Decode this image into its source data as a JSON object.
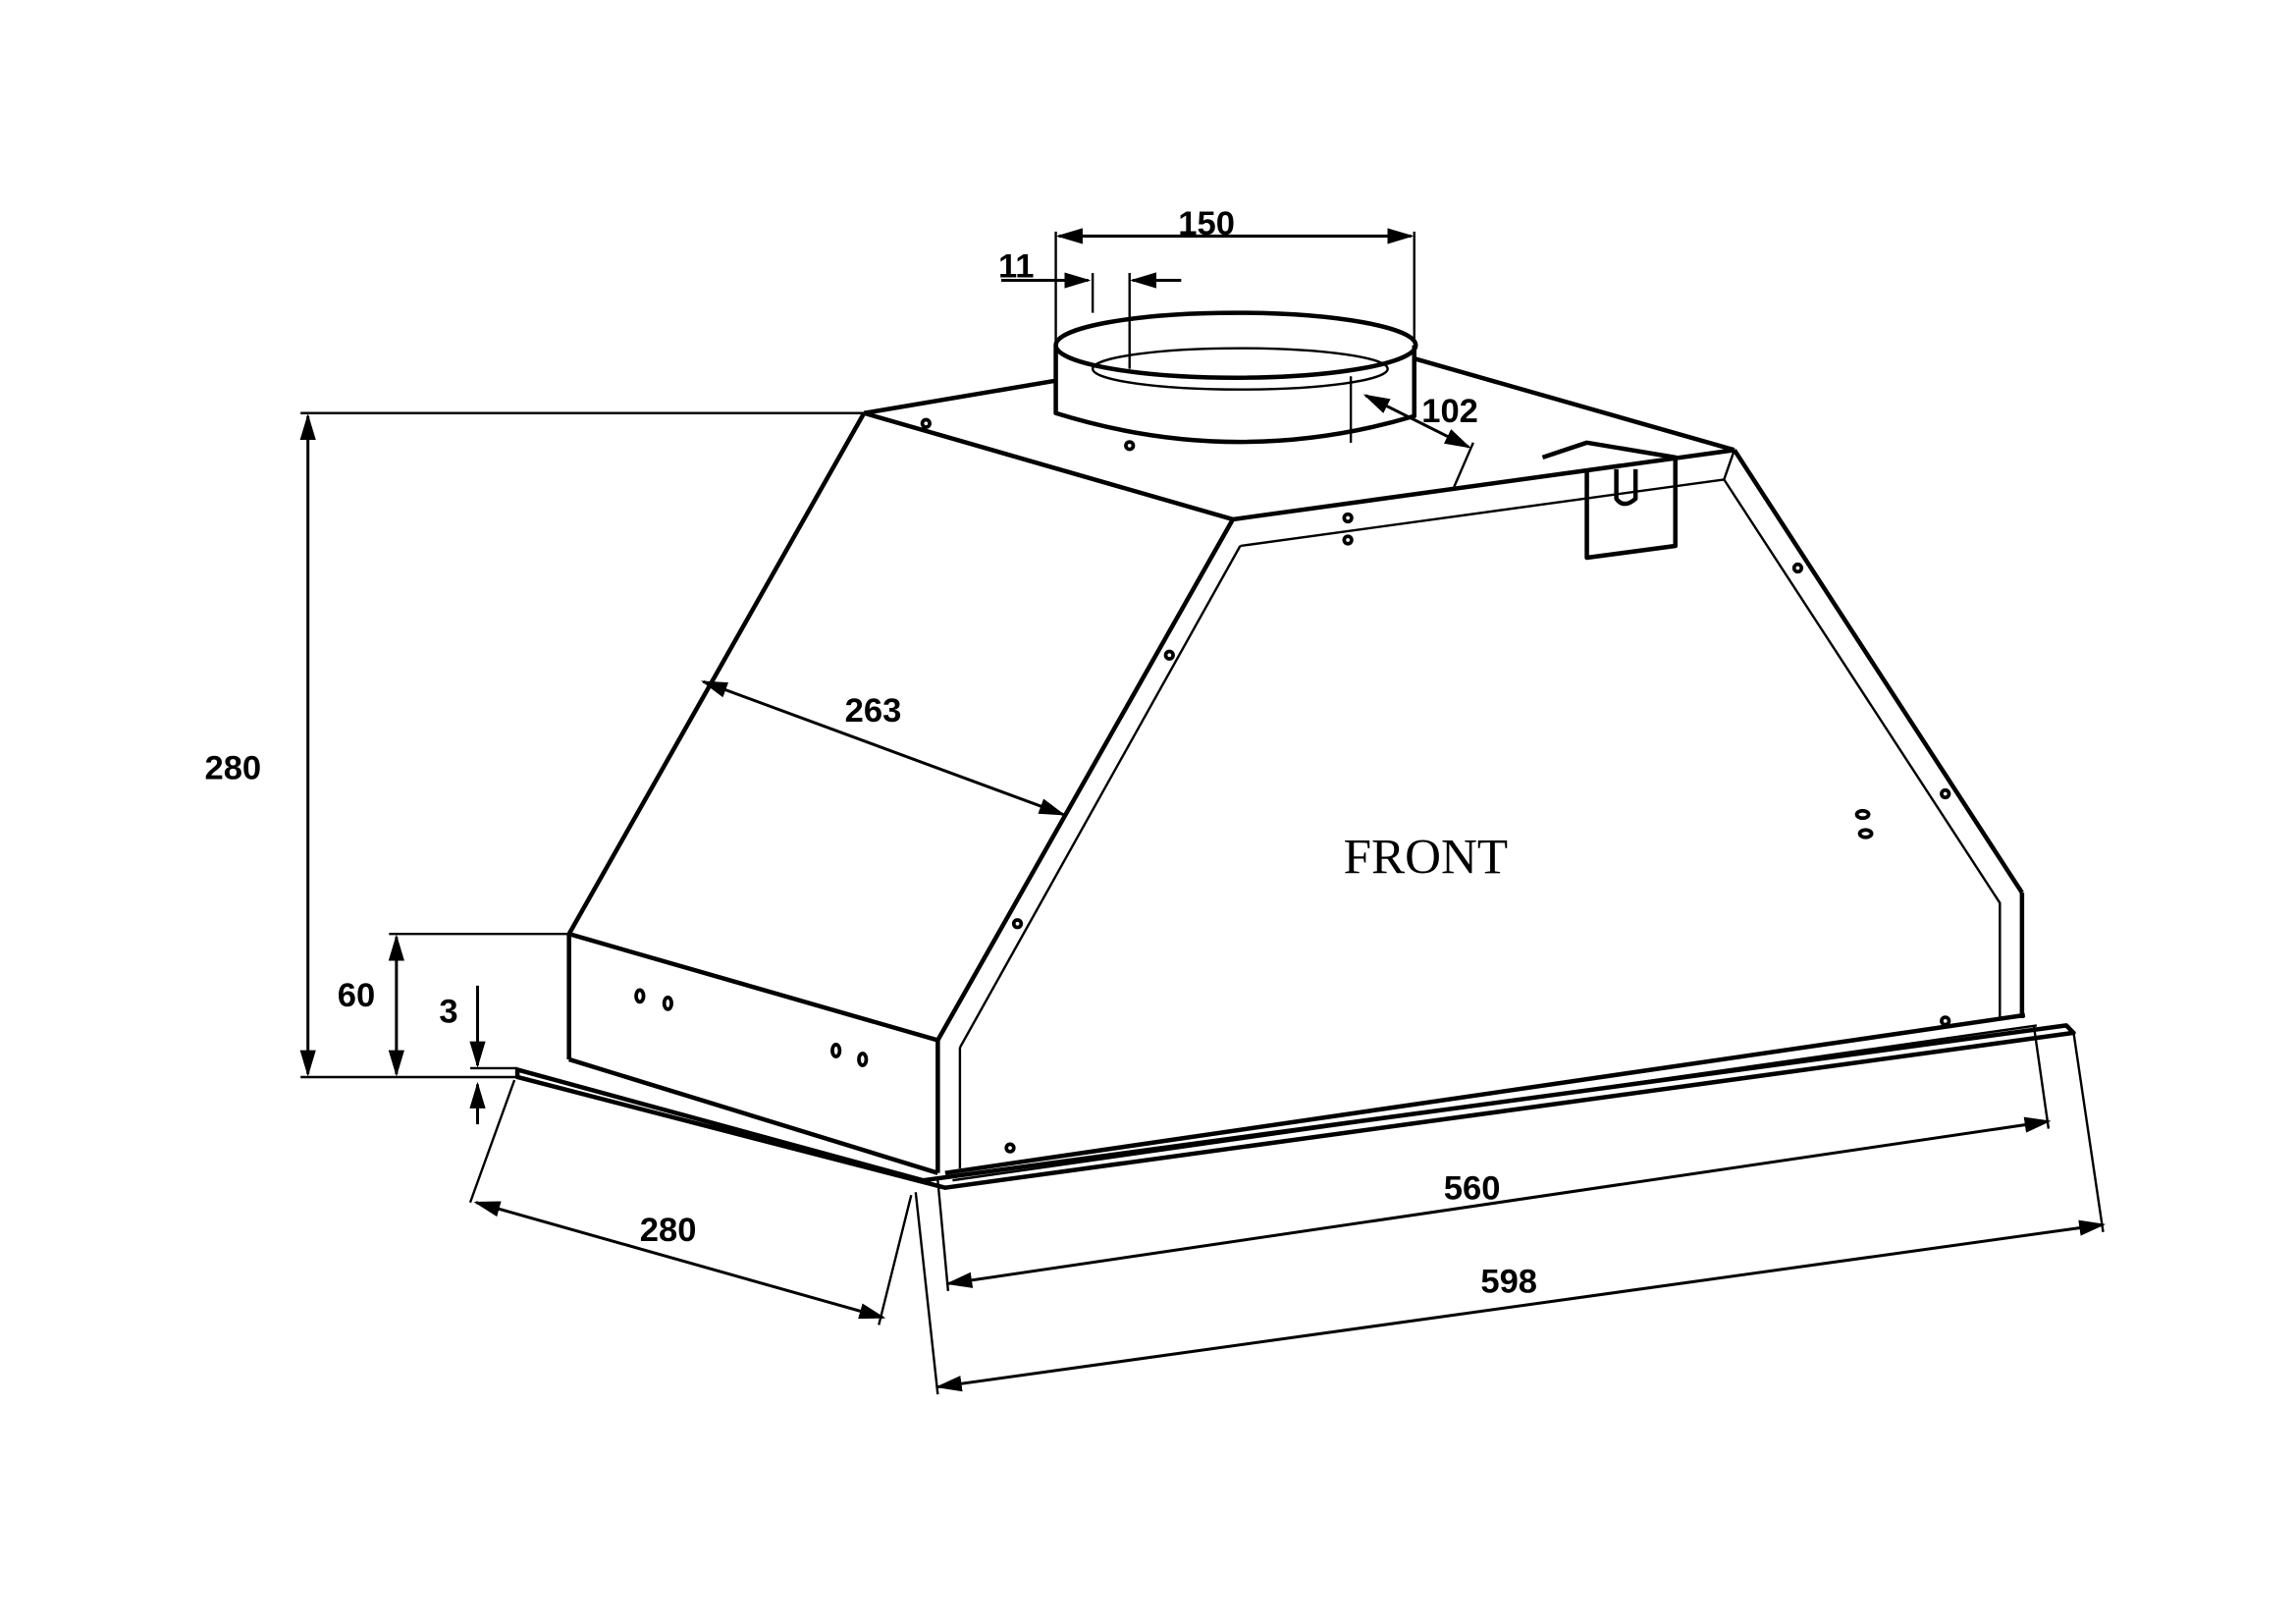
{
  "drawing": {
    "front_label": "FRONT",
    "dimensions": {
      "duct_diameter": "150",
      "duct_rim": "11",
      "duct_offset": "102",
      "total_height": "280",
      "slope_length": "263",
      "base_height": "60",
      "trim_thickness": "3",
      "depth": "280",
      "body_width": "560",
      "overall_width": "598"
    }
  }
}
